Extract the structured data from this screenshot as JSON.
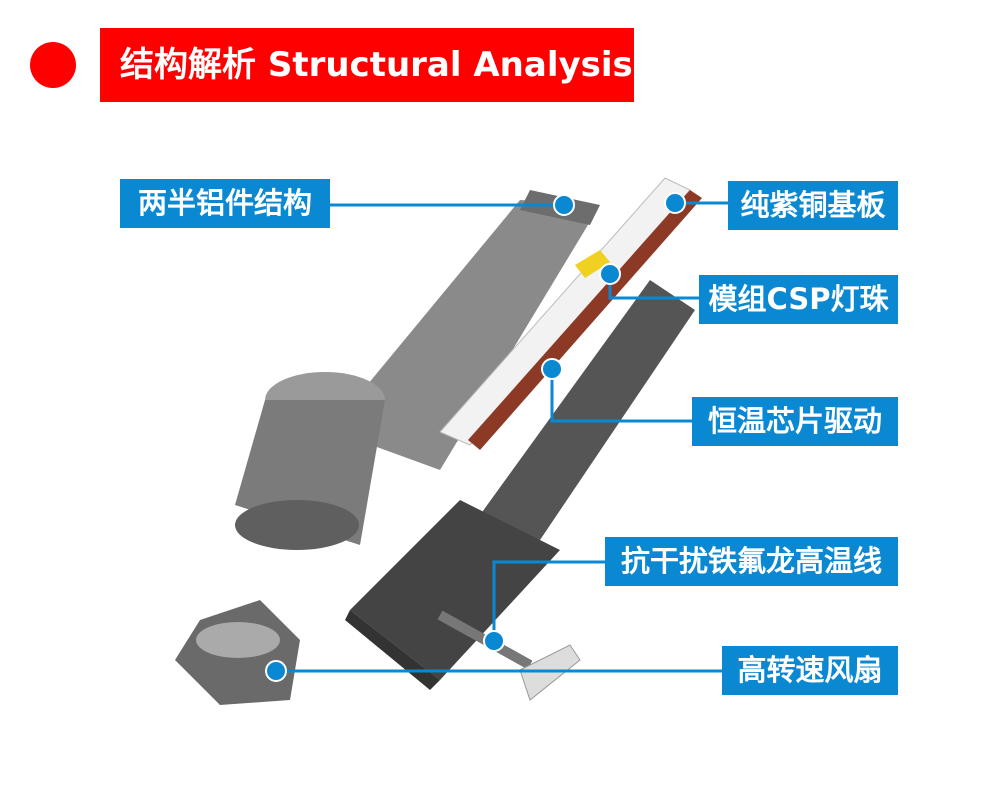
{
  "header": {
    "title": "结构解析 Structural Analysis"
  },
  "labels": {
    "housing": "两半铝件结构",
    "copper": "纯紫铜基板",
    "csp": "模组CSP灯珠",
    "driver": "恒温芯片驱动",
    "wire": "抗干扰铁氟龙高温线",
    "fan": "高转速风扇"
  },
  "colors": {
    "accent": "#ff0000",
    "callout": "#0b88d2"
  }
}
